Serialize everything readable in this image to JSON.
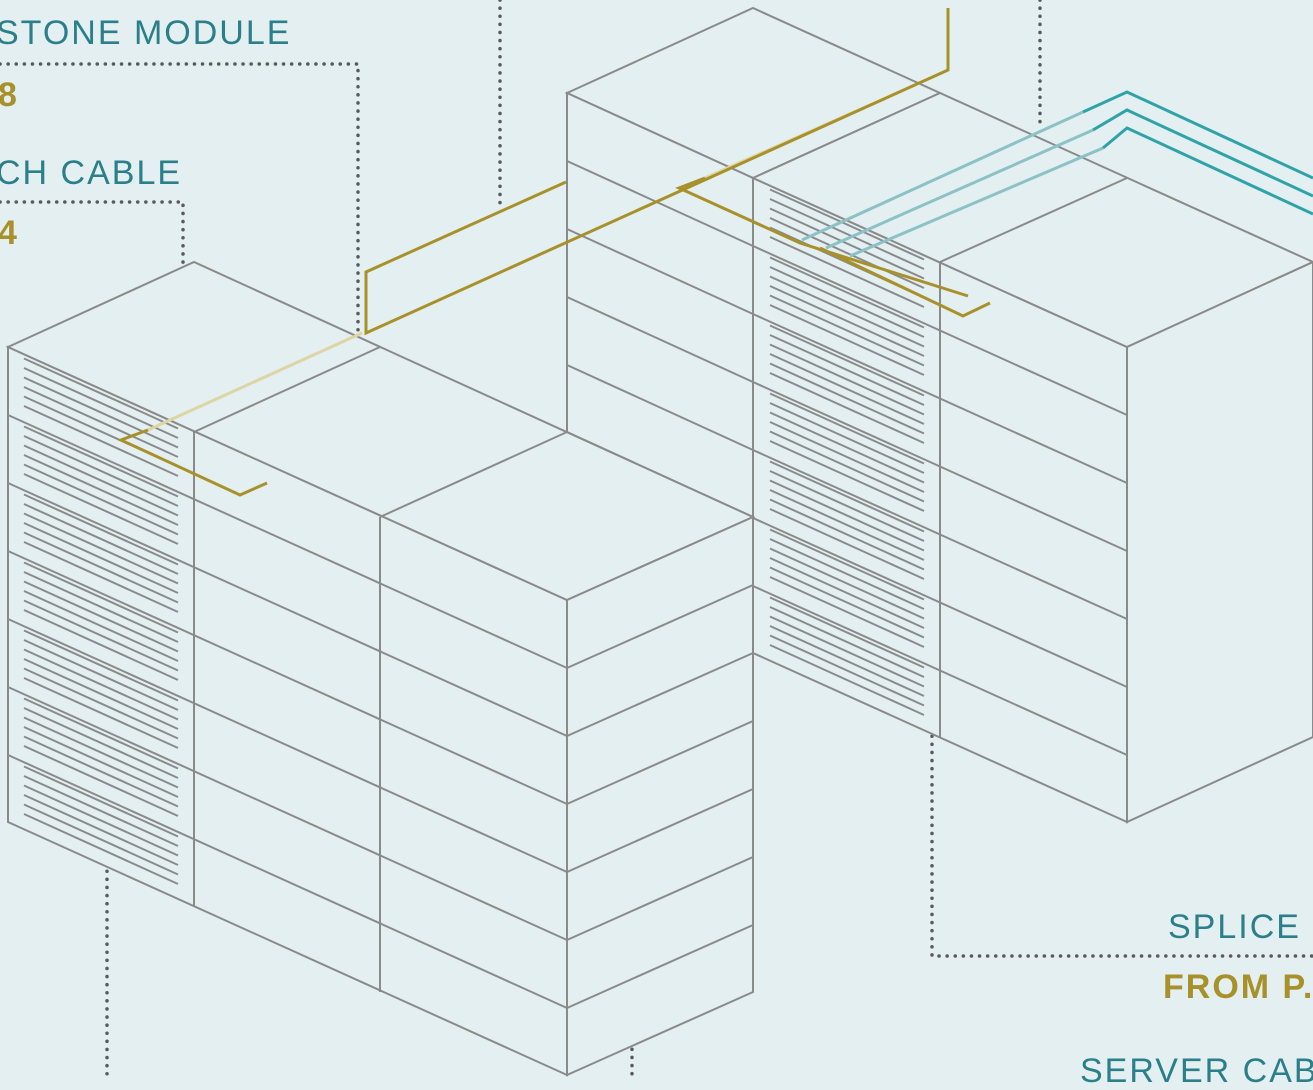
{
  "labels": {
    "keystone_module": {
      "name": "STONE MODULE",
      "ref": "8"
    },
    "patch_cable": {
      "name": "CH CABLE",
      "ref": "4"
    },
    "splice_box": {
      "name": "SPLICE B",
      "ref": "FROM P."
    },
    "server_cabinet": {
      "name": "SERVER CABIN"
    }
  },
  "colors": {
    "background": "#e3eff1",
    "outline": "#8a8a8a",
    "label_text": "#2a7f89",
    "reference_text": "#a8912a",
    "gold_cable": "#a8912a",
    "gold_cable_faded": "#ddd5a4",
    "teal_cable": "#2ea3a8",
    "teal_cable_faded": "#8cc1c6",
    "leader_line": "#5a5a5a"
  }
}
